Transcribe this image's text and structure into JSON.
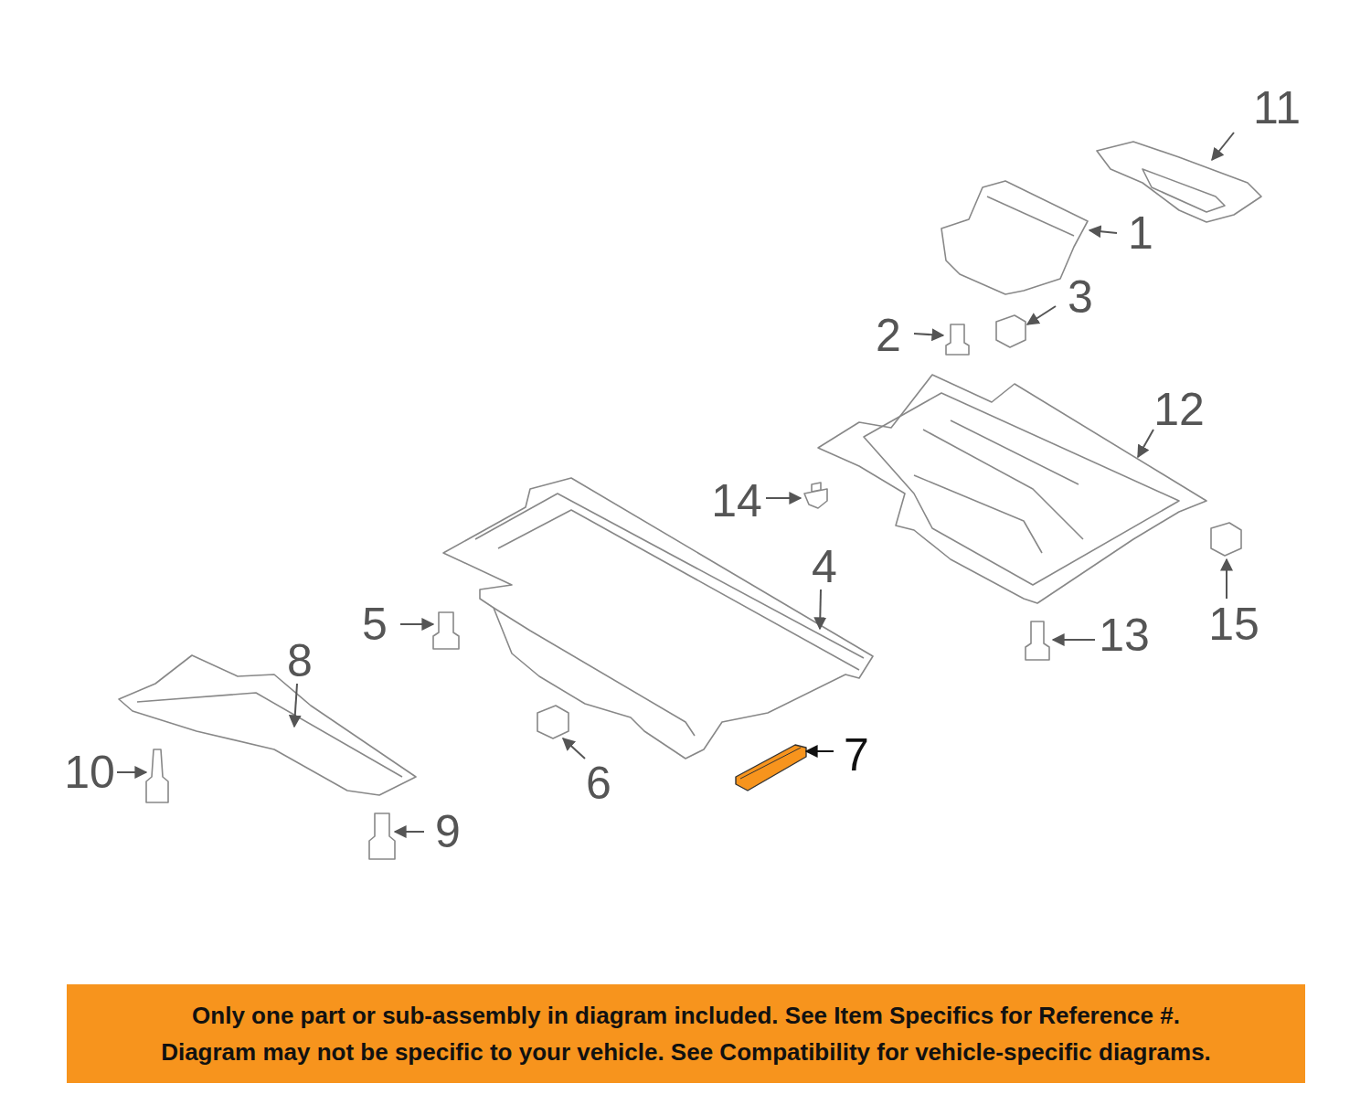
{
  "diagram": {
    "nodes": [
      {
        "text": [
          "Only one part or sub-assembly in diagram included. See Item Specifics for Reference #.",
          "Diagram may not be specific to your vehicle. See Compatibility for vehicle-specific diagrams."
        ]
      }
    ],
    "labels": [
      "11",
      "1",
      "2",
      "3",
      "12",
      "14",
      "4",
      "5",
      "13",
      "15",
      "8",
      "10",
      "6",
      "7",
      "9"
    ]
  }
}
